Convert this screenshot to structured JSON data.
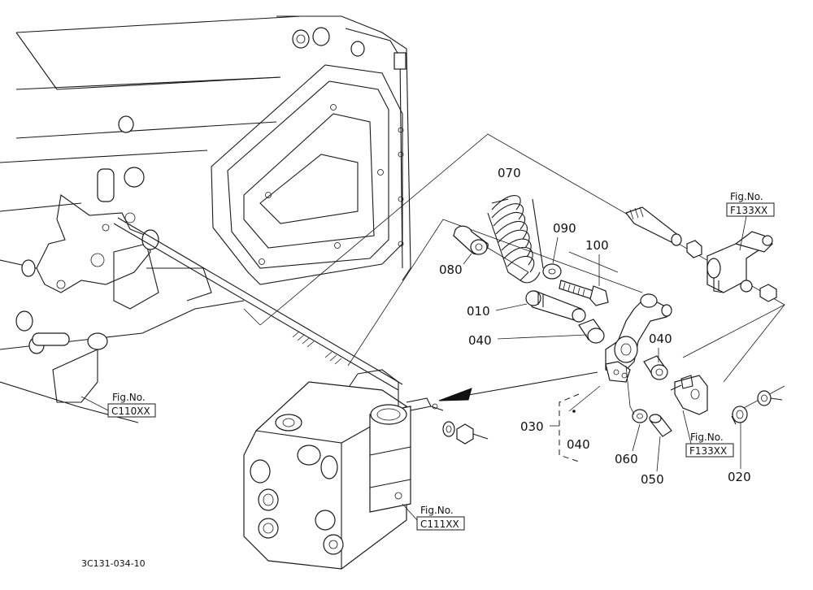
{
  "parts": {
    "p070": "070",
    "p090": "090",
    "p100": "100",
    "p080": "080",
    "p010": "010",
    "p040a": "040",
    "p040b": "040",
    "p030": "030",
    "p040c": "040",
    "p060": "060",
    "p050": "050",
    "p020": "020"
  },
  "refs": {
    "f133_top": {
      "line1": "Fig.No.",
      "line2": "F133XX"
    },
    "c110": {
      "line1": "Fig.No.",
      "line2": "C110XX"
    },
    "c111": {
      "line1": "Fig.No.",
      "line2": "C111XX"
    },
    "f133_bottom": {
      "line1": "Fig.No.",
      "line2": "F133XX"
    }
  },
  "drawing_code": "3C131-034-10"
}
